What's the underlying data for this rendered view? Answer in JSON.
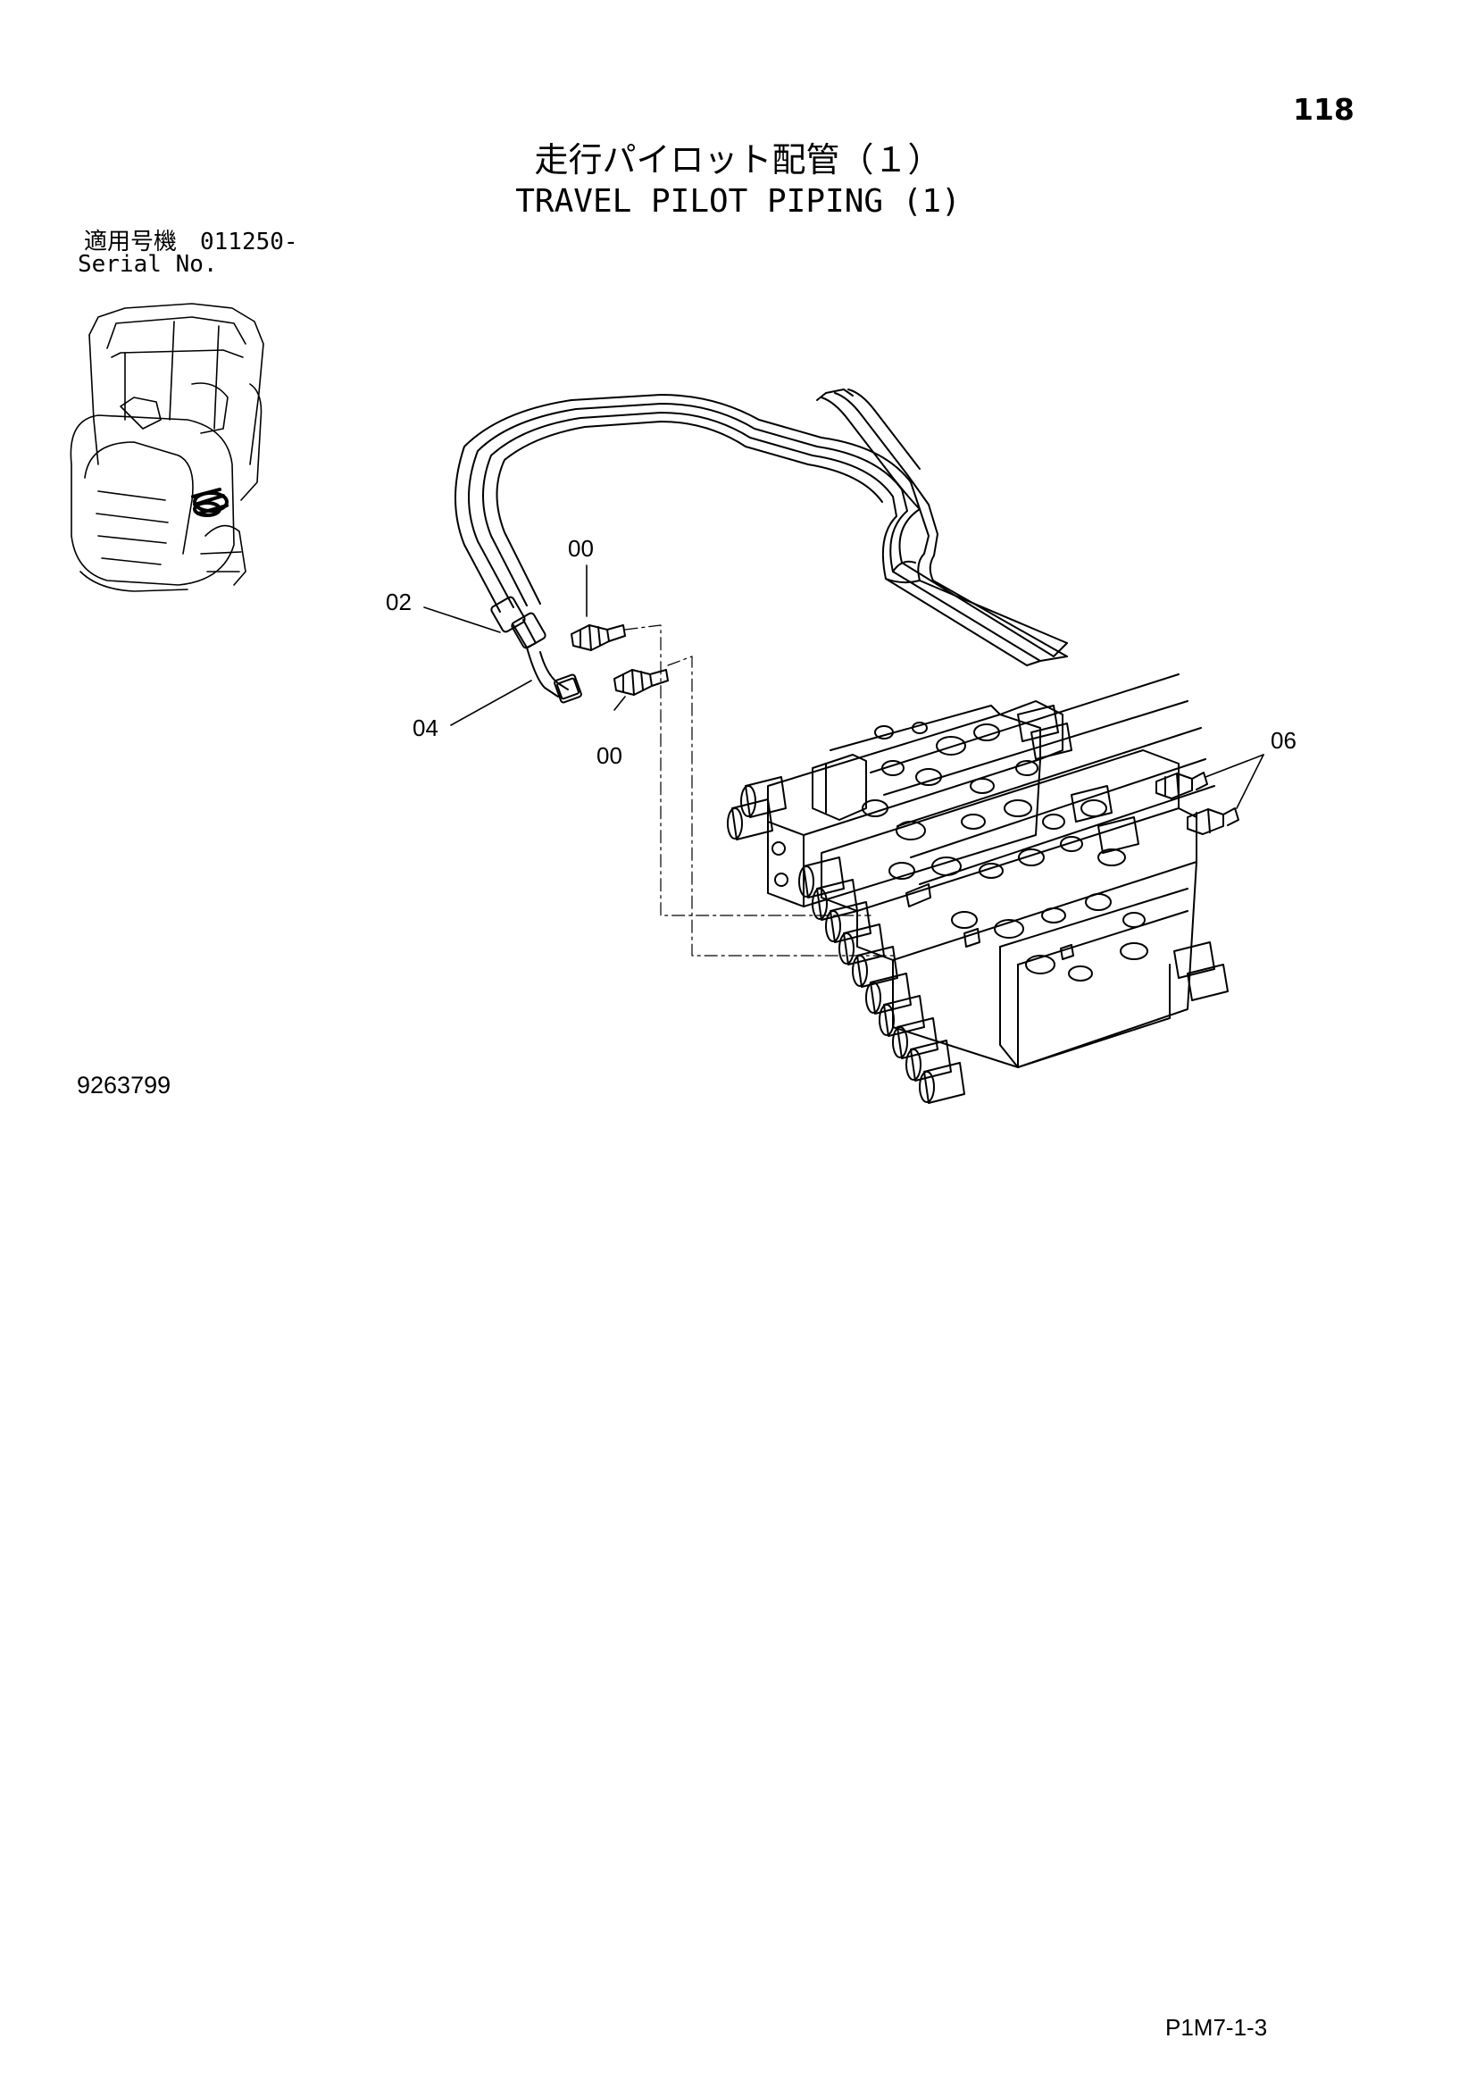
{
  "page": {
    "number": "118",
    "title_jp": "走行パイロット配管（１）",
    "title_en": "TRAVEL PILOT PIPING (1)",
    "serial_label_jp": "適用号機　011250-",
    "serial_label_en": "Serial No.",
    "drawing_number": "9263799",
    "reference_code": "P1M7-1-3"
  },
  "callouts": [
    {
      "id": "c00a",
      "label": "00"
    },
    {
      "id": "c02",
      "label": "02"
    },
    {
      "id": "c04",
      "label": "04"
    },
    {
      "id": "c00b",
      "label": "00"
    },
    {
      "id": "c06",
      "label": "06"
    }
  ]
}
